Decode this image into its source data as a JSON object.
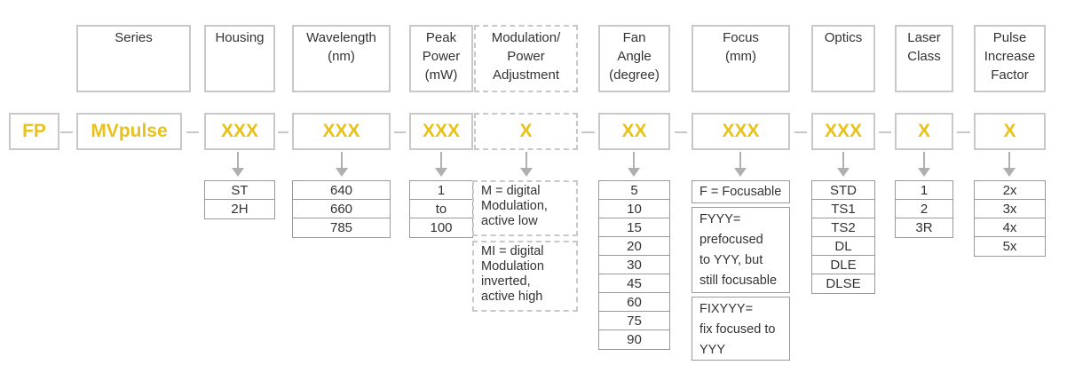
{
  "headers": {
    "series": "Series",
    "housing": "Housing",
    "wavelength": "Wavelength\n(nm)",
    "peak_power": "Peak\nPower\n(mW)",
    "modulation": "Modulation/\nPower\nAdjustment",
    "fan_angle": "Fan\nAngle\n(degree)",
    "focus": "Focus\n(mm)",
    "optics": "Optics",
    "laser_class": "Laser\nClass",
    "pulse": "Pulse\nIncrease\nFactor"
  },
  "codes": {
    "fp": "FP",
    "series": "MVpulse",
    "housing": "XXX",
    "wavelength": "XXX",
    "peak_power": "XXX",
    "modulation": "X",
    "fan_angle": "XX",
    "focus": "XXX",
    "optics": "XXX",
    "laser_class": "X",
    "pulse": "X"
  },
  "options": {
    "housing": [
      "ST",
      "2H"
    ],
    "wavelength": [
      "640",
      "660",
      "785"
    ],
    "peak_power": [
      "1",
      "to",
      "100"
    ],
    "modulation": [
      "M = digital\nModulation,\nactive low",
      "MI = digital\nModulation\ninverted,\nactive high"
    ],
    "fan_angle": [
      "5",
      "10",
      "15",
      "20",
      "30",
      "45",
      "60",
      "75",
      "90"
    ],
    "focus": [
      "F = Focusable",
      "FYYY=\nprefocused\nto YYY, but\nstill focusable",
      "FIXYYY=\nfix focused to\nYYY"
    ],
    "optics": [
      "STD",
      "TS1",
      "TS2",
      "DL",
      "DLE",
      "DLSE"
    ],
    "laser_class": [
      "1",
      "2",
      "3R"
    ],
    "pulse": [
      "2x",
      "3x",
      "4x",
      "5x"
    ]
  },
  "colors": {
    "accent": "#e8c21a",
    "border": "#c8c8c8",
    "table_border": "#9a9a9a",
    "arrow": "#b0b0b0"
  }
}
